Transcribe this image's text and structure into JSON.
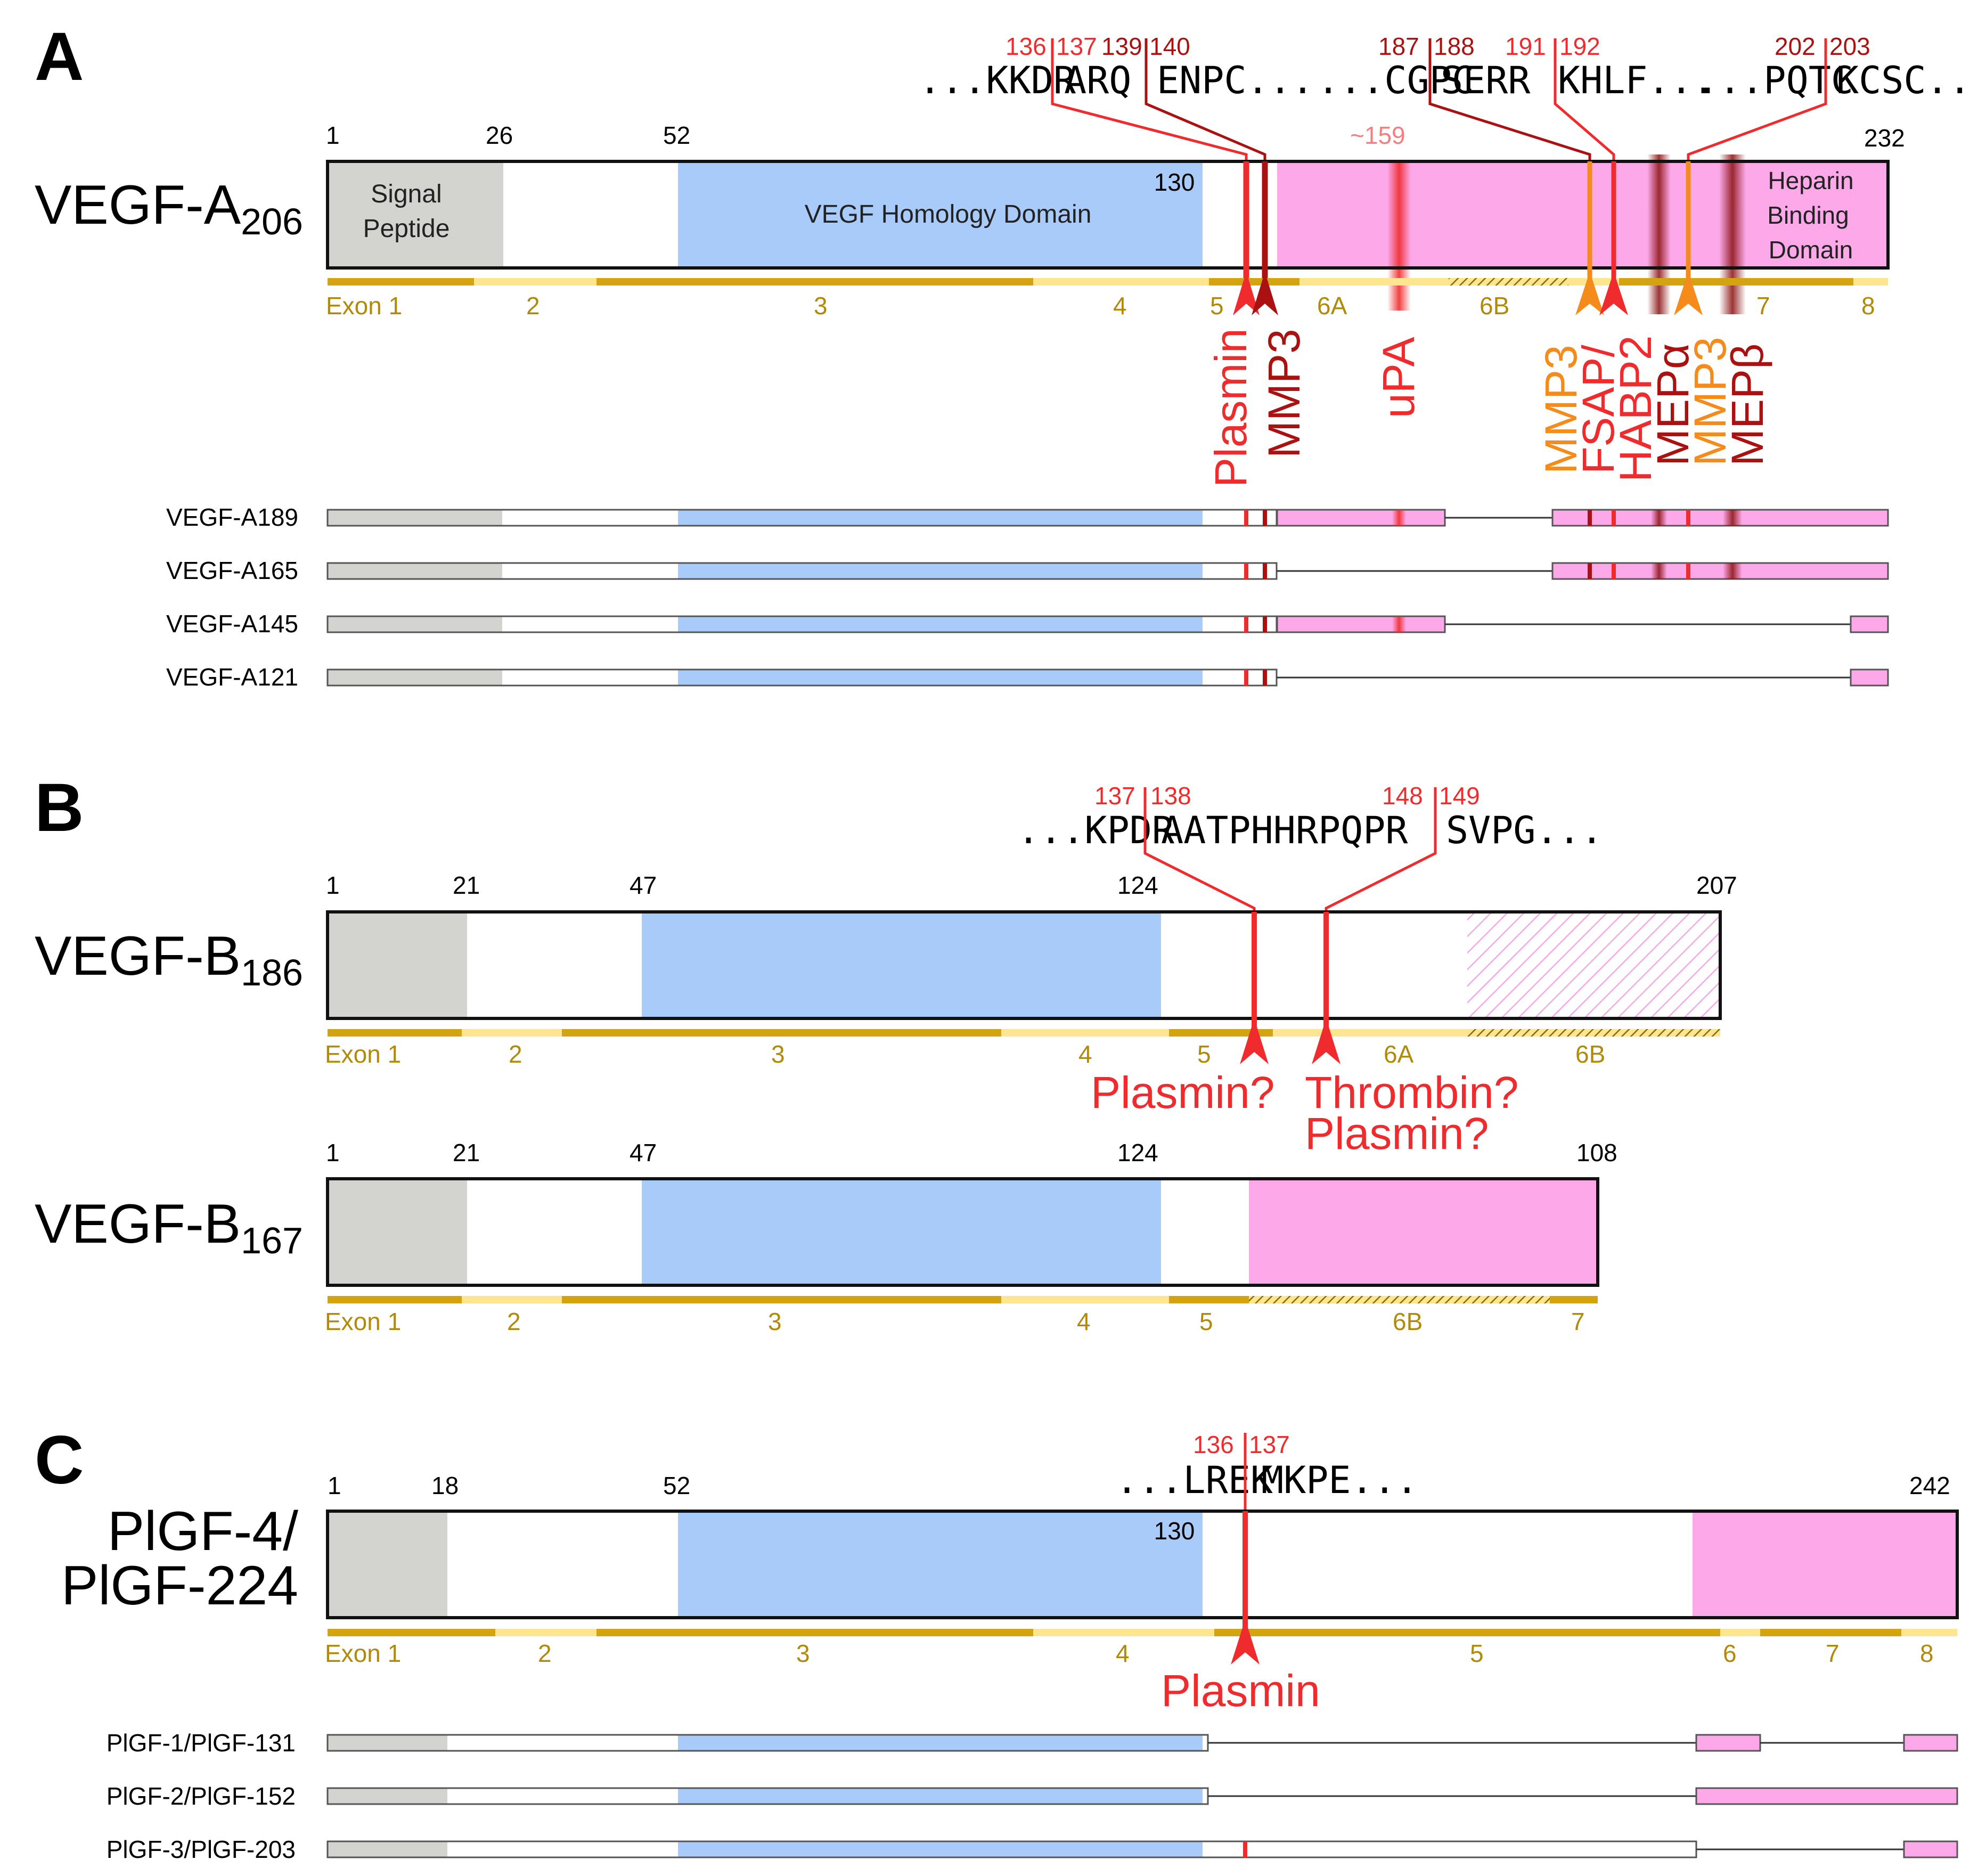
{
  "colors": {
    "signal": "#d3d4cf",
    "vhd": "#a9cbf9",
    "heparin": "#fca8e9",
    "exon_dark": "#d4a410",
    "exon_light": "#fde68f",
    "exon_text": "#b08a08",
    "red": "#ef2b2d",
    "darkred": "#aa1111",
    "orange": "#f48b1a"
  },
  "panels": {
    "A": {
      "letter": "A",
      "name_main": "VEGF-A",
      "name_sub": "206",
      "positions": {
        "p1": "1",
        "p26": "26",
        "p52": "52",
        "p130": "130",
        "p232": "232",
        "p159": "~159"
      },
      "domains": {
        "signal_line1": "Signal",
        "signal_line2": "Peptide",
        "vhd": "VEGF Homology Domain",
        "hbd_line1": "Heparin",
        "hbd_line2": "Binding",
        "hbd_line3": "Domain"
      },
      "exons": {
        "e1": "Exon 1",
        "e2": "2",
        "e3": "3",
        "e4": "4",
        "e5": "5",
        "e6a": "6A",
        "e6b": "6B",
        "e7": "7",
        "e8": "8"
      },
      "seq": {
        "s1": "...KKDR",
        "s2": "ARQ",
        "s3": "ENPC...",
        "s4": "...CGPC",
        "s5": "SERR",
        "s6": "KHLF...",
        "s7": "...PQTC",
        "s8": "KCSC..."
      },
      "site_nums": {
        "n136": "136",
        "n137": "137",
        "n139": "139",
        "n140": "140",
        "n187": "187",
        "n188": "188",
        "n191": "191",
        "n192": "192",
        "n202": "202",
        "n203": "203"
      },
      "proteases": {
        "plasmin": "Plasmin",
        "mmp3a": "MMP3",
        "upa": "uPA",
        "mmp3b": "MMP3",
        "fsap": "FSAP/",
        "habp2": "HABP2",
        "mepa": "MEPα",
        "mmp3c": "MMP3",
        "mepb": "MEPβ"
      },
      "isoforms": {
        "i189": "VEGF-A189",
        "i165": "VEGF-A165",
        "i145": "VEGF-A145",
        "i121": "VEGF-A121"
      }
    },
    "B": {
      "letter": "B",
      "b186_main": "VEGF-B",
      "b186_sub": "186",
      "b167_main": "VEGF-B",
      "b167_sub": "167",
      "positions186": {
        "p1": "1",
        "p21": "21",
        "p47": "47",
        "p124": "124",
        "p207": "207"
      },
      "positions167": {
        "p1": "1",
        "p21": "21",
        "p47": "47",
        "p124": "124",
        "p108": "108"
      },
      "seq": {
        "s1": "...KPDR",
        "s2": "AATPHHRPQPR",
        "s3": "SVPG..."
      },
      "site_nums": {
        "n137": "137",
        "n138": "138",
        "n148": "148",
        "n149": "149"
      },
      "exons186": {
        "e1": "Exon 1",
        "e2": "2",
        "e3": "3",
        "e4": "4",
        "e5": "5",
        "e6a": "6A",
        "e6b": "6B"
      },
      "exons167": {
        "e1": "Exon 1",
        "e2": "2",
        "e3": "3",
        "e4": "4",
        "e5": "5",
        "e6b": "6B",
        "e7": "7"
      },
      "proteases": {
        "plasmin_q": "Plasmin?",
        "thrombin_q": "Thrombin?",
        "plasmin_q2": "Plasmin?"
      }
    },
    "C": {
      "letter": "C",
      "name_line1": "PlGF-4/",
      "name_line2": "PlGF-224",
      "positions": {
        "p1": "1",
        "p18": "18",
        "p52": "52",
        "p130": "130",
        "p242": "242"
      },
      "seq": {
        "s1": "...LREK",
        "s2": "MKPE..."
      },
      "site_nums": {
        "n136": "136",
        "n137": "137"
      },
      "exons": {
        "e1": "Exon 1",
        "e2": "2",
        "e3": "3",
        "e4": "4",
        "e5": "5",
        "e6": "6",
        "e7": "7",
        "e8": "8"
      },
      "proteases": {
        "plasmin": "Plasmin"
      },
      "isoforms": {
        "p131": "PlGF-1/PlGF-131",
        "p152": "PlGF-2/PlGF-152",
        "p203": "PlGF-3/PlGF-203"
      }
    }
  }
}
